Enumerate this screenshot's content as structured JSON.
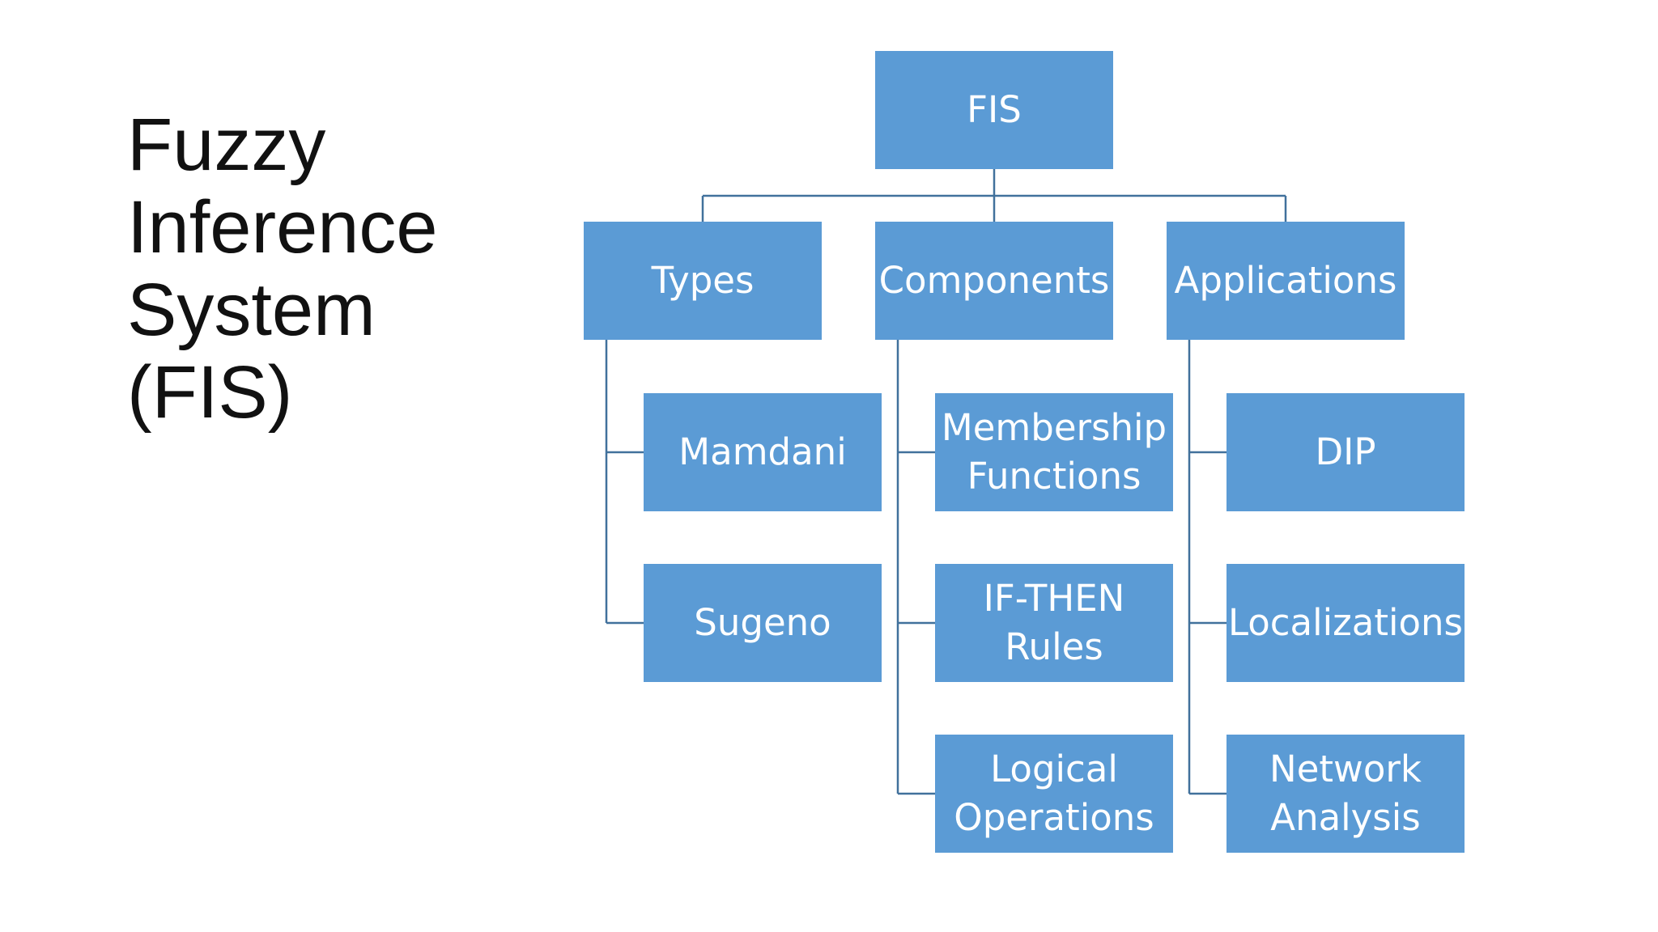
{
  "title": {
    "lines": [
      "Fuzzy",
      "Inference",
      "System",
      "(FIS)"
    ]
  },
  "colors": {
    "node_fill": "#5b9bd5",
    "node_text": "#ffffff",
    "connector": "#41719c",
    "title_text": "#111111"
  },
  "diagram": {
    "root": {
      "label": "FIS"
    },
    "branches": [
      {
        "label": "Types",
        "children": [
          {
            "lines": [
              "Mamdani"
            ]
          },
          {
            "lines": [
              "Sugeno"
            ]
          }
        ]
      },
      {
        "label": "Components",
        "children": [
          {
            "lines": [
              "Membership",
              "Functions"
            ]
          },
          {
            "lines": [
              "IF-THEN",
              "Rules"
            ]
          },
          {
            "lines": [
              "Logical",
              "Operations"
            ]
          }
        ]
      },
      {
        "label": "Applications",
        "children": [
          {
            "lines": [
              "DIP"
            ]
          },
          {
            "lines": [
              "Localizations"
            ]
          },
          {
            "lines": [
              "Network",
              "Analysis"
            ]
          }
        ]
      }
    ]
  }
}
